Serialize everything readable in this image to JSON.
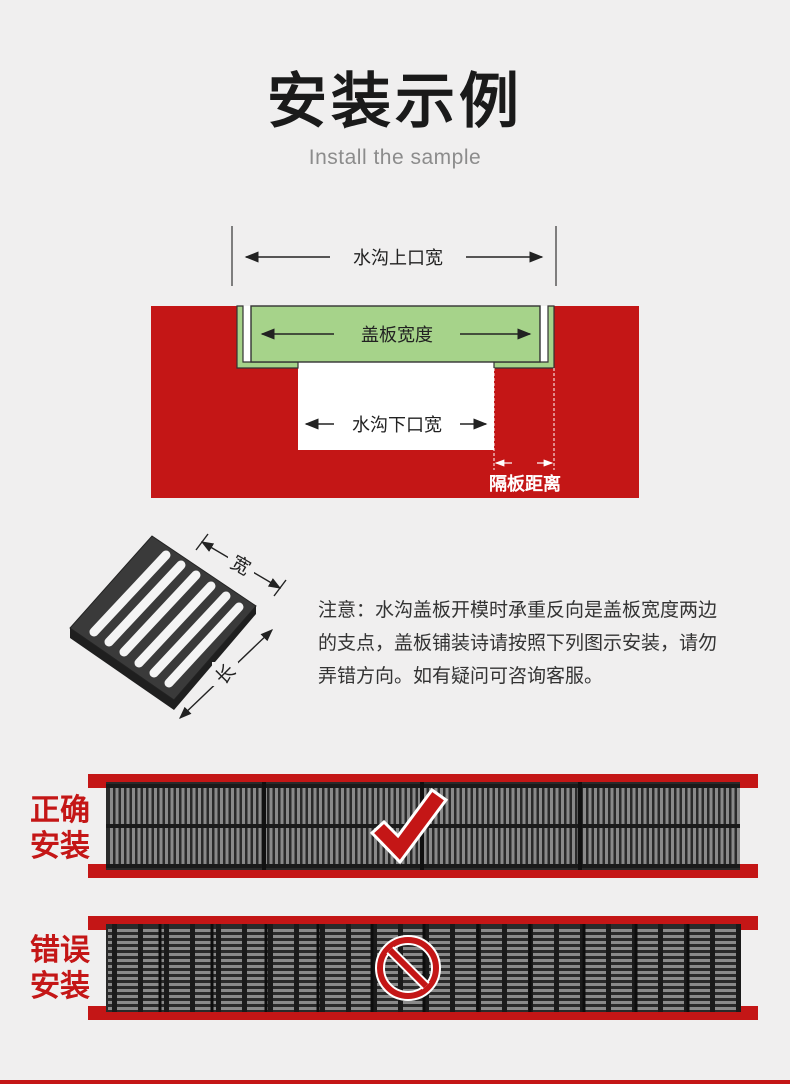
{
  "header": {
    "title": "安装示例",
    "subtitle": "Install the sample"
  },
  "diagram": {
    "top_width_label": "水沟上口宽",
    "cover_width_label": "盖板宽度",
    "bottom_width_label": "水沟下口宽",
    "gap_label": "隔板距离",
    "colors": {
      "trench": "#c41616",
      "cover": "#a6d38a",
      "cover_border": "#333333",
      "opening": "#ffffff"
    }
  },
  "grate": {
    "width_label": "宽",
    "length_label": "长"
  },
  "note": {
    "text": "注意：水沟盖板开模时承重反向是盖板宽度两边的支点，盖板铺装诗请按照下列图示安装，请勿弄错方向。如有疑问可咨询客服。"
  },
  "correct": {
    "label_line1": "正确",
    "label_line2": "安装",
    "icon": "checkmark-icon"
  },
  "wrong": {
    "label_line1": "错误",
    "label_line2": "安装",
    "icon": "prohibited-icon"
  }
}
